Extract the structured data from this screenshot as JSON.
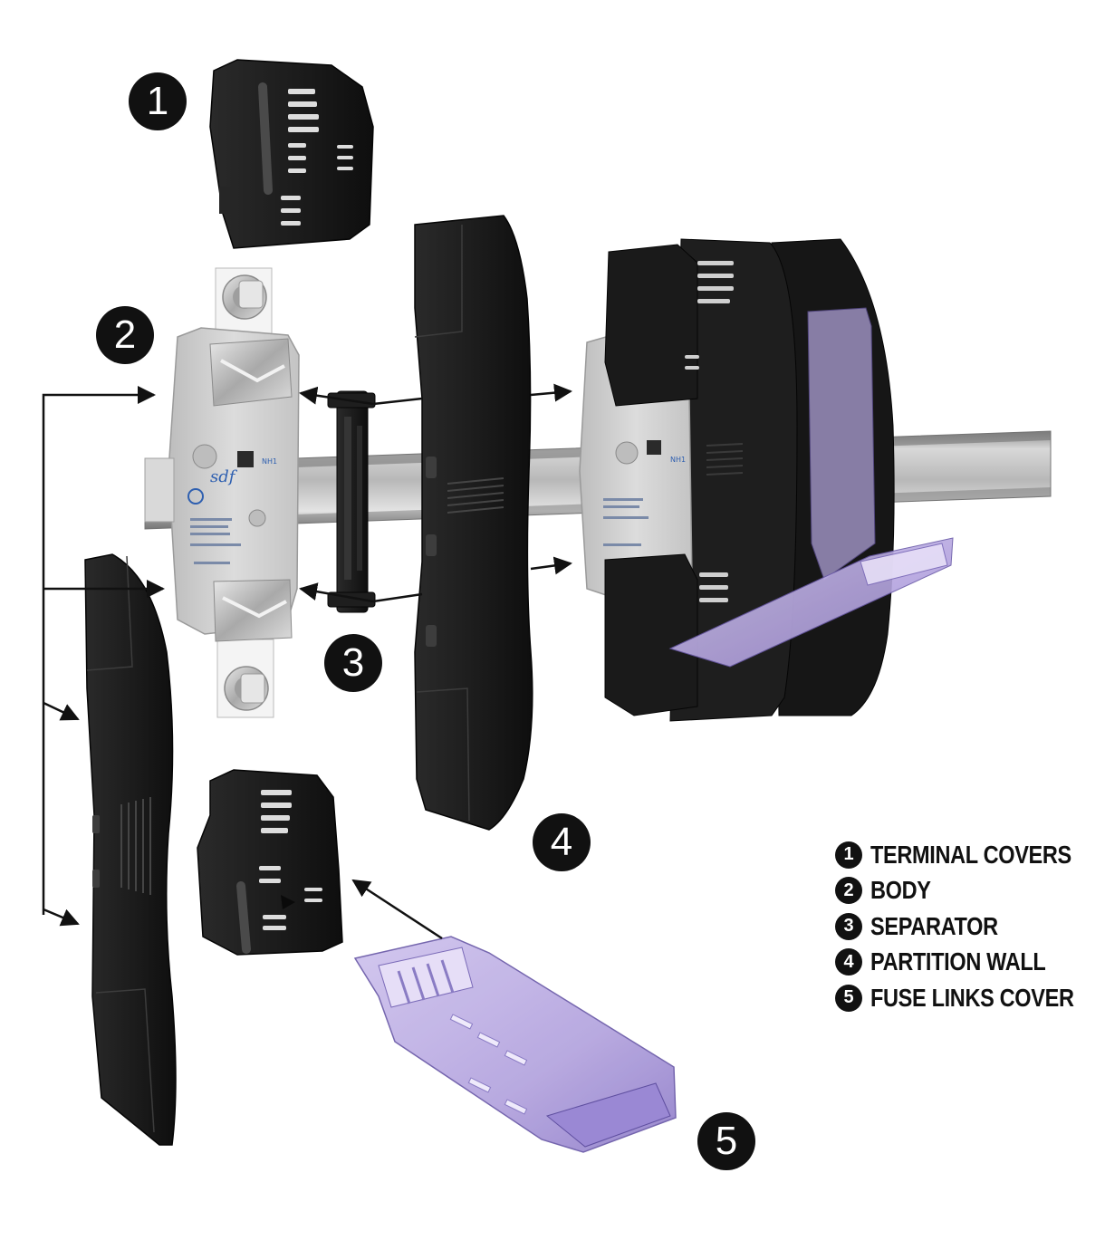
{
  "callouts": [
    {
      "number": "1"
    },
    {
      "number": "2"
    },
    {
      "number": "3"
    },
    {
      "number": "4"
    },
    {
      "number": "5"
    }
  ],
  "legend": [
    {
      "number": "1",
      "label": "TERMINAL COVERS"
    },
    {
      "number": "2",
      "label": "BODY"
    },
    {
      "number": "3",
      "label": "SEPARATOR"
    },
    {
      "number": "4",
      "label": "PARTITION WALL"
    },
    {
      "number": "5",
      "label": "FUSE LINKS COVER"
    }
  ],
  "labels": {
    "brand_logo": "sdf",
    "body_model": "NH1",
    "installed_model": "NH1"
  },
  "colors": {
    "plastic_black": "#1c1c1c",
    "body_grey": "#d4d4d4",
    "metal": "#c8c8c8",
    "rail": "#a8a8a8",
    "cover_purple": "#b4a4dc",
    "badge": "#111111"
  },
  "icons": [
    "arrow-icon"
  ]
}
